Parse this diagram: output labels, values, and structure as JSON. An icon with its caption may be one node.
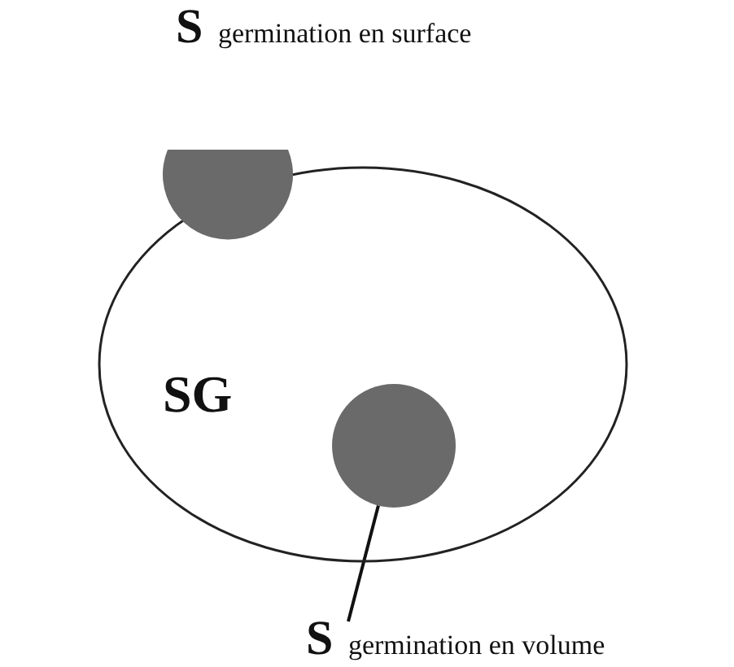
{
  "diagram": {
    "nodes": [
      {
        "text": [
          "SG"
        ]
      },
      {
        "text": [],
        "shape": "circle",
        "beside": [
          "**S** germination en surface"
        ]
      },
      {
        "text": [],
        "shape": "circle",
        "in": 0
      },
      {
        "text": [
          "**S** germination en volume"
        ]
      }
    ],
    "edges": [
      {
        "from": 3,
        "to": 2,
        "arrow": "none"
      }
    ]
  }
}
